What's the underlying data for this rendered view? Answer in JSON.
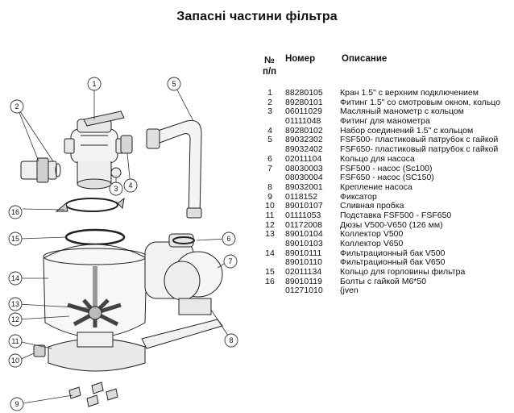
{
  "title": "Запасні частини фільтра",
  "table": {
    "headers": {
      "num_line1": "№",
      "num_line2": "п/п",
      "code": "Номер",
      "desc": "Описание"
    },
    "rows": [
      {
        "n": "1",
        "code": "88280105",
        "desc": "Кран 1.5\" с верхним подключением"
      },
      {
        "n": "2",
        "code": "89280101",
        "desc": "Фитинг 1.5\" со смотровым окном, кольцо"
      },
      {
        "n": "3",
        "code": "06011029",
        "desc": "Масляный манометр с кольцом"
      },
      {
        "n": "",
        "code": "01111048",
        "desc": "Фитинг для манометра"
      },
      {
        "n": "4",
        "code": "89280102",
        "desc": "Набор соединений 1.5\" с кольцом"
      },
      {
        "n": "5",
        "code": "89032302",
        "desc": "FSF500- пластиковый патрубок с гайкой"
      },
      {
        "n": "",
        "code": "89032402",
        "desc": "FSF650- пластиковый патрубок с гайкой"
      },
      {
        "n": "6",
        "code": "02011104",
        "desc": "Кольцо для насоса"
      },
      {
        "n": "7",
        "code": "08030003",
        "desc": "FSF500 - насос (Sc100)"
      },
      {
        "n": "",
        "code": "08030004",
        "desc": "FSF650 - насос (SC150)"
      },
      {
        "n": "8",
        "code": "89032001",
        "desc": "Крепление насоса"
      },
      {
        "n": "9",
        "code": "0118152",
        "desc": "Фиксатор"
      },
      {
        "n": "10",
        "code": "89010107",
        "desc": "Сливная пробка"
      },
      {
        "n": "11",
        "code": "01111053",
        "desc": "Подставка FSF500 - FSF650"
      },
      {
        "n": "12",
        "code": "01172008",
        "desc": "Дюзы V500-V650 (126 мм)"
      },
      {
        "n": "13",
        "code": "89010104",
        "desc": "Коллектор V500"
      },
      {
        "n": "",
        "code": "89010103",
        "desc": "Коллектор V650"
      },
      {
        "n": "14",
        "code": "89010111",
        "desc": "Фильтрационный бак V500"
      },
      {
        "n": "",
        "code": "89010110",
        "desc": "Фильтрационный бак V650"
      },
      {
        "n": "15",
        "code": "02011134",
        "desc": "Кольцо для горловины фильтра"
      },
      {
        "n": "16",
        "code": "89010119",
        "desc": "Болты с гайкой М6*50"
      },
      {
        "n": "",
        "code": "01271010",
        "desc": "{jven"
      }
    ]
  },
  "diagram": {
    "callouts": [
      "1",
      "2",
      "3",
      "4",
      "5",
      "6",
      "7",
      "8",
      "9",
      "10",
      "11",
      "12",
      "13",
      "14",
      "15",
      "16"
    ]
  }
}
